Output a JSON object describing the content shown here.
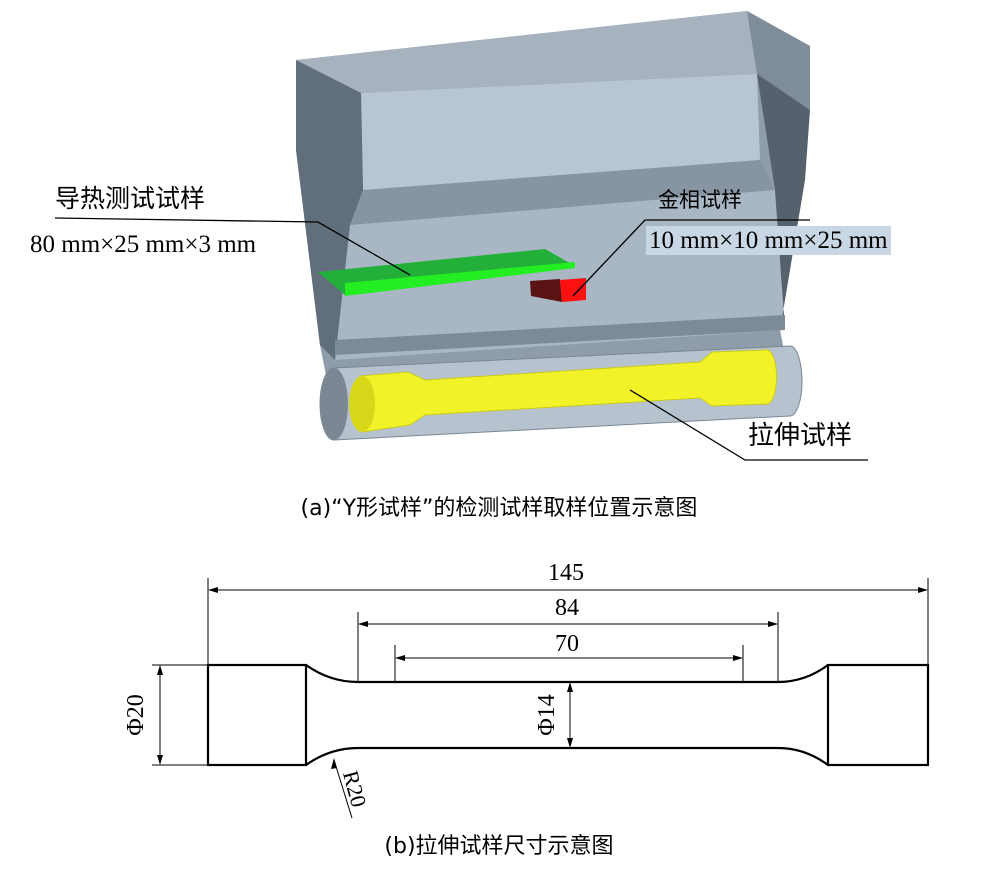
{
  "figure_a": {
    "label_thermal": "导热测试试样",
    "size_thermal": "80 mm×25 mm×3 mm",
    "label_metallo": "金相试样",
    "size_metallo": "10 mm×10 mm×25 mm",
    "label_tensile": "拉伸试样",
    "caption": "(a)“Y形试样”的检测试样取样位置示意图"
  },
  "figure_b": {
    "dim_total": "145",
    "dim_parallel": "84",
    "dim_gauge": "70",
    "dim_grip_diameter": "Φ20",
    "dim_neck_diameter": "Φ14",
    "dim_radius": "R20",
    "caption": "(b)拉伸试样尺寸示意图"
  },
  "colors": {
    "block": "#9aa8b4",
    "thermal": "#22cc33",
    "metallo": "#ff1010",
    "tensile": "#f0f020",
    "highlight": "#c9d6e3"
  }
}
